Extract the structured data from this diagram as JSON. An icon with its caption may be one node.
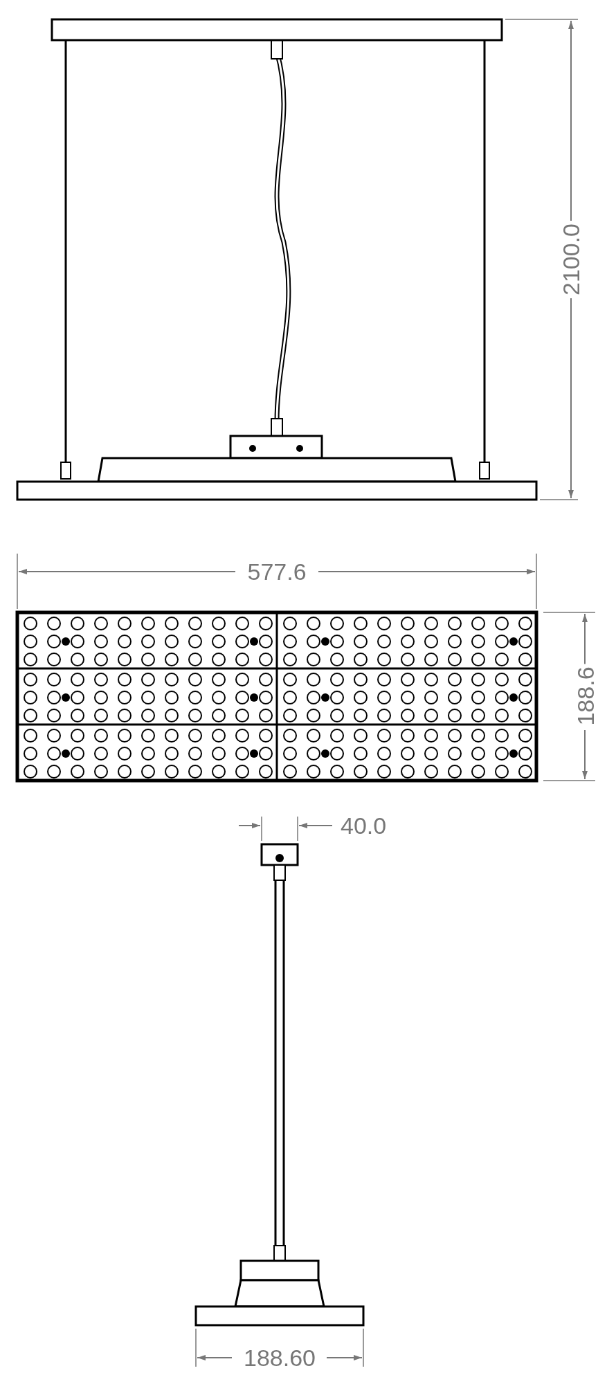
{
  "diagram": {
    "labels": [
      "2100.0",
      "577.6",
      "188.6",
      "40.0",
      "188.60"
    ]
  }
}
